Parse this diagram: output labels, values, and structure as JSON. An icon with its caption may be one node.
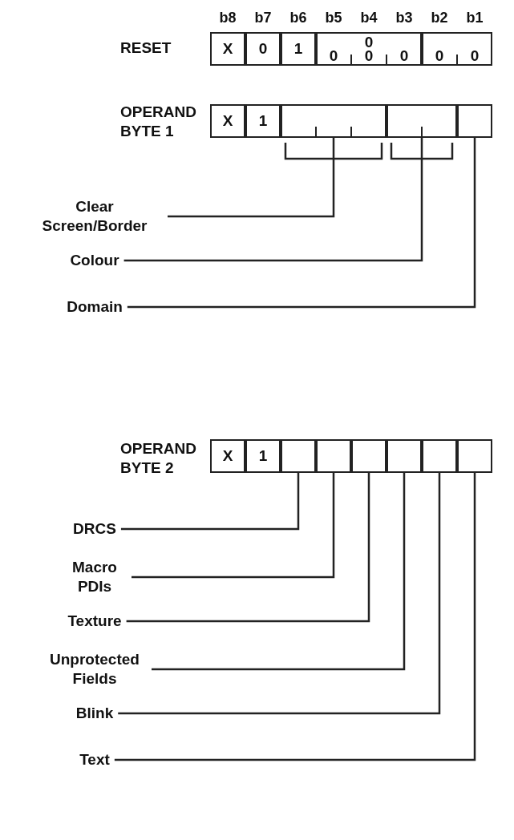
{
  "diagram": {
    "nodes": [
      {
        "text": [
          "X"
        ]
      },
      {
        "text": [
          "0"
        ]
      },
      {
        "text": [
          "1"
        ]
      },
      {
        "text": [
          "0",
          "0",
          "0",
          "0"
        ]
      },
      {
        "text": [
          "0",
          "0"
        ]
      },
      {
        "text": [
          "X"
        ]
      },
      {
        "text": [
          "1"
        ]
      },
      {
        "text": [],
        "shape": "box"
      },
      {
        "text": [],
        "shape": "box"
      },
      {
        "text": [],
        "shape": "box"
      },
      {
        "text": [
          "Clear Screen/Border"
        ]
      },
      {
        "text": [
          "Colour"
        ]
      },
      {
        "text": [
          "Domain"
        ]
      },
      {
        "text": [
          "X"
        ]
      },
      {
        "text": [
          "1"
        ]
      },
      {
        "text": [],
        "shape": "box"
      },
      {
        "text": [],
        "shape": "box"
      },
      {
        "text": [],
        "shape": "box"
      },
      {
        "text": [],
        "shape": "box"
      },
      {
        "text": [],
        "shape": "box"
      },
      {
        "text": [],
        "shape": "box"
      },
      {
        "text": [
          "DRCS"
        ]
      },
      {
        "text": [
          "Macro PDIs"
        ]
      },
      {
        "text": [
          "Texture"
        ]
      },
      {
        "text": [
          "Unprotected Fields"
        ]
      },
      {
        "text": [
          "Blink"
        ]
      },
      {
        "text": [
          "Text"
        ]
      }
    ],
    "edges": [
      {
        "from": 10,
        "to": 7,
        "arrow": "none"
      },
      {
        "from": 11,
        "to": 8,
        "arrow": "none"
      },
      {
        "from": 12,
        "to": 9,
        "arrow": "none"
      },
      {
        "from": 21,
        "to": 15,
        "arrow": "none"
      },
      {
        "from": 22,
        "to": 16,
        "arrow": "none"
      },
      {
        "from": 23,
        "to": 17,
        "arrow": "none"
      },
      {
        "from": 24,
        "to": 18,
        "arrow": "none"
      },
      {
        "from": 25,
        "to": 19,
        "arrow": "none"
      },
      {
        "from": 26,
        "to": 20,
        "arrow": "none"
      }
    ],
    "labels": [
      "b8",
      "b7",
      "b6",
      "b5",
      "b4",
      "b3",
      "b2",
      "b1",
      "RESET",
      "OPERAND BYTE 1",
      "OPERAND BYTE 2"
    ]
  }
}
